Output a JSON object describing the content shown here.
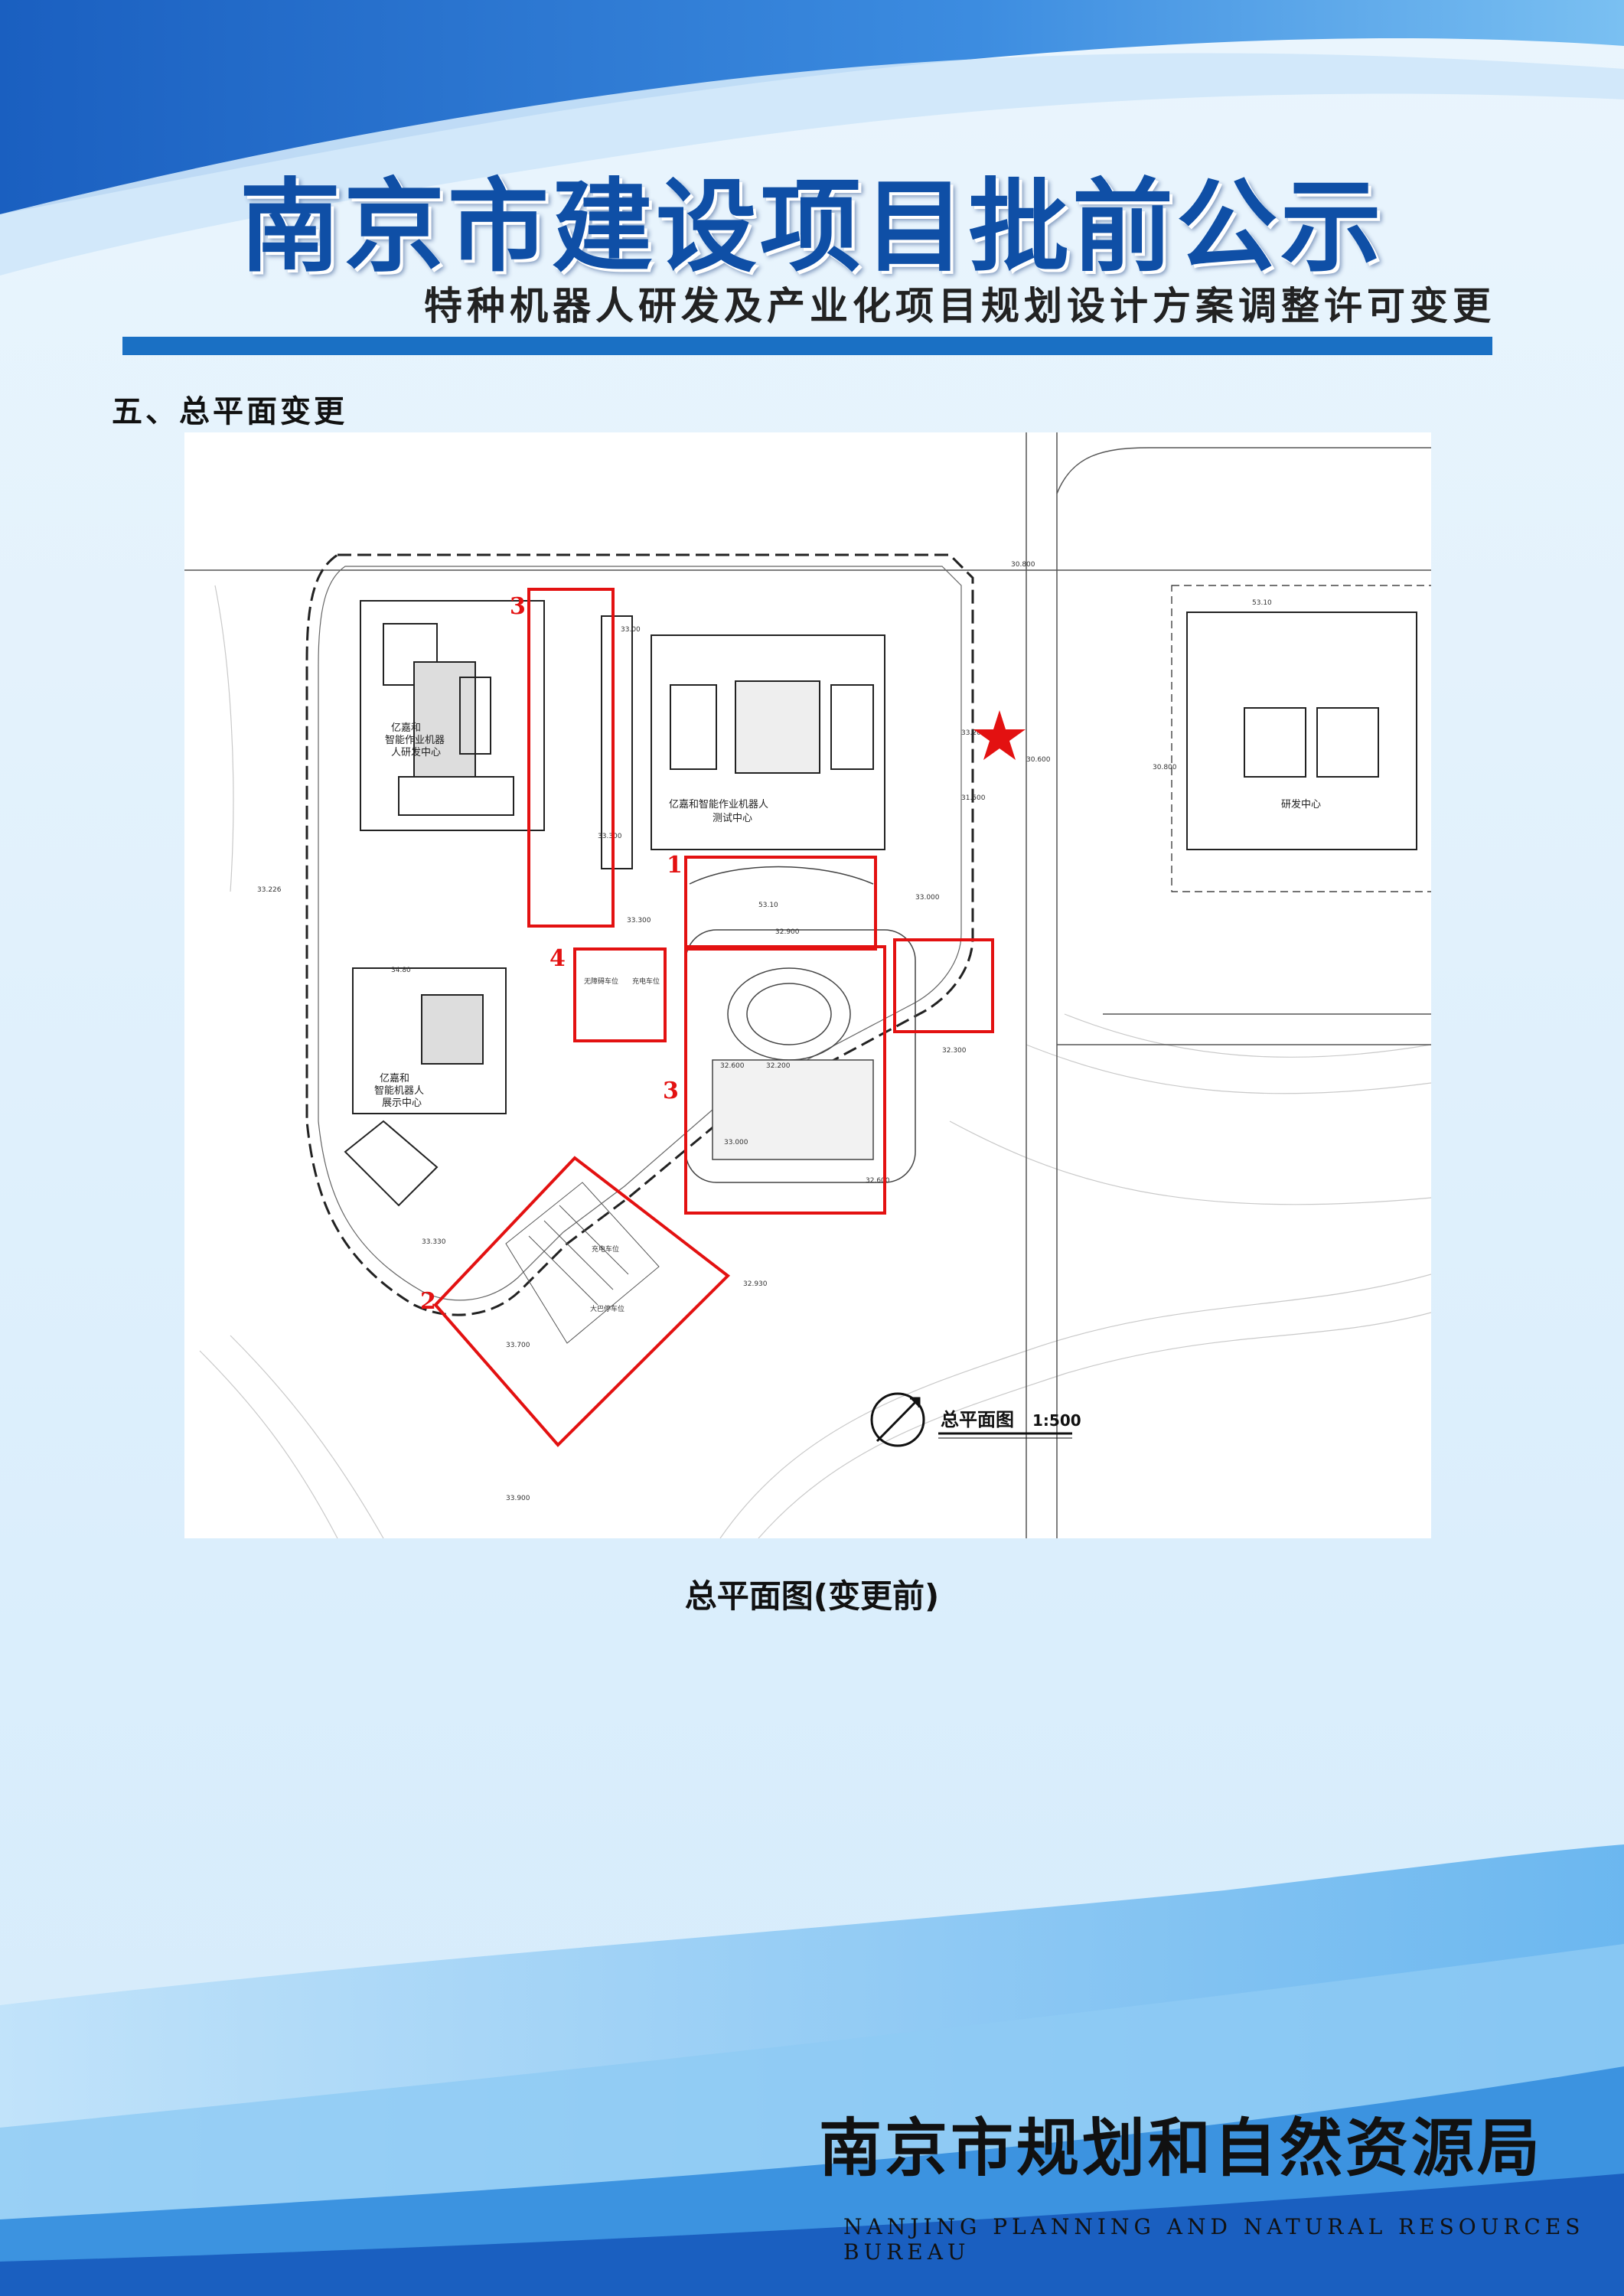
{
  "header": {
    "title": "南京市建设项目批前公示",
    "subtitle": "特种机器人研发及产业化项目规划设计方案调整许可变更"
  },
  "section": {
    "heading": "五、总平面变更"
  },
  "plan": {
    "scale_title": "总平面图",
    "scale": "1:500",
    "buildings": {
      "b1_a": "亿嘉和",
      "b1_b": "智能作业机器",
      "b1_c": "人研发中心",
      "b2_a": "亿嘉和智能作业机器人",
      "b2_b": "测试中心",
      "b3_a": "亿嘉和",
      "b3_b": "智能机器人",
      "b3_c": "展示中心",
      "b4": "研发中心"
    },
    "parking": {
      "p1": "无障碍车位",
      "p2": "充电车位",
      "p3": "充电车位",
      "p4": "大巴停车位"
    },
    "elevations": [
      "33.00",
      "33.300",
      "33.300",
      "32.900",
      "32.600",
      "32.200",
      "33.000",
      "32.600",
      "32.300",
      "33.000",
      "31.500",
      "30.600",
      "30.800",
      "33.200",
      "53.10",
      "34.80",
      "33.226",
      "33.330",
      "33.700",
      "33.900",
      "32.930",
      "53.10",
      "30.800"
    ],
    "callouts": [
      "1",
      "2",
      "3",
      "3",
      "4"
    ],
    "marker_colors": {
      "highlight": "#e31111",
      "plan_line": "#333333"
    }
  },
  "caption": "总平面图(变更前)",
  "footer": {
    "agency_cn": "南京市规划和自然资源局",
    "agency_en": "NANJING PLANNING AND NATURAL RESOURCES BUREAU"
  }
}
